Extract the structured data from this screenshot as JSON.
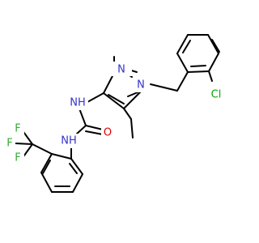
{
  "colors": {
    "bond": "#000000",
    "nitrogen": "#3333cc",
    "oxygen": "#dd0000",
    "chlorine": "#00aa00",
    "fluorine": "#33aa33",
    "carbon_label": "#000000",
    "background": "#ffffff"
  },
  "atoms": {
    "n_pyrazole_1": "N",
    "n_pyrazole_2": "N",
    "chlorine": "Cl",
    "nh_urea_1": "NH",
    "nh_urea_2": "NH",
    "oxygen": "O",
    "fluorine_1": "F",
    "fluorine_2": "F",
    "fluorine_3": "F"
  }
}
